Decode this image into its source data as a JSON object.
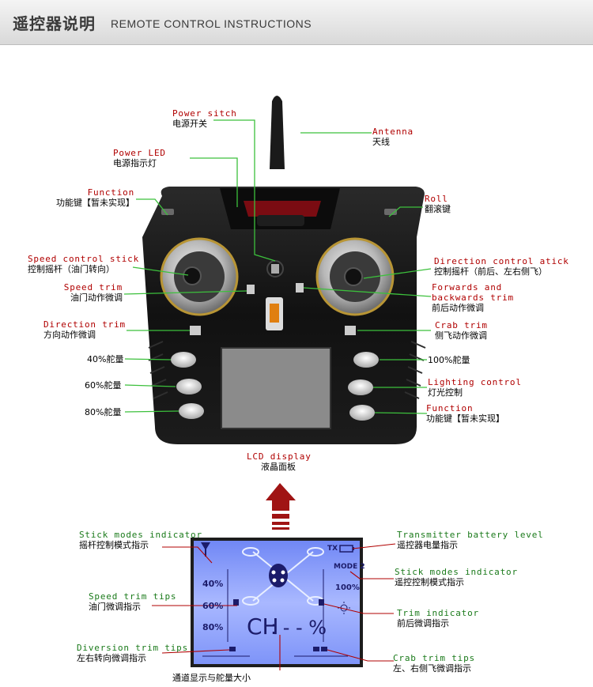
{
  "header": {
    "title_zh": "遥控器说明",
    "title_en": "REMOTE CONTROL INSTRUCTIONS"
  },
  "remote_labels": {
    "power_switch": {
      "en": "Power sitch",
      "zh": "电源开关"
    },
    "antenna": {
      "en": "Antenna",
      "zh": "天线"
    },
    "power_led": {
      "en": "Power LED",
      "zh": "电源指示灯"
    },
    "function_left": {
      "en": "Function",
      "zh": "功能键【暂未实现】"
    },
    "roll": {
      "en": "Roll",
      "zh": "翻滚键"
    },
    "speed_stick": {
      "en": "Speed control stick",
      "zh": "控制摇杆（油门转向）"
    },
    "direction_stick": {
      "en": "Direction control atick",
      "zh": "控制摇杆（前后、左右侧飞）"
    },
    "speed_trim": {
      "en": "Speed trim",
      "zh": "油门动作微调"
    },
    "fb_trim": {
      "en": "Forwards and",
      "en2": "backwards trim",
      "zh": "前后动作微调"
    },
    "direction_trim": {
      "en": "Direction trim",
      "zh": "方向动作微调"
    },
    "crab_trim": {
      "en": "Crab trim",
      "zh": "侧飞动作微调"
    },
    "rate_40": "40%舵量",
    "rate_60": "60%舵量",
    "rate_80": "80%舵量",
    "rate_100": "100%舵量",
    "lighting": {
      "en": "Lighting control",
      "zh": "灯光控制"
    },
    "function_right": {
      "en": "Function",
      "zh": "功能键【暂未实现】"
    },
    "lcd": {
      "en": "LCD display",
      "zh": "液晶面板"
    }
  },
  "lcd_labels": {
    "stick_modes_left": {
      "en": "Stick modes indicator",
      "zh": "摇杆控制模式指示"
    },
    "tx_battery": {
      "en": "Transmitter battery level",
      "zh": "遥控器电量指示"
    },
    "stick_modes_right": {
      "en": "Stick modes indicator",
      "zh": "遥控控制模式指示"
    },
    "speed_trim_tips": {
      "en": "Speed trim tips",
      "zh": "油门微调指示"
    },
    "trim_indicator": {
      "en": "Trim indicator",
      "zh": "前后微调指示"
    },
    "diversion_trim": {
      "en": "Diversion trim tips",
      "zh": "左右转向微调指示"
    },
    "crab_trim_tips": {
      "en": "Crab trim tips",
      "zh": "左、右侧飞微调指示"
    },
    "channel_rate": "通道显示与舵量大小"
  },
  "lcd_screen": {
    "tx": "TX",
    "mode": "MODE 2",
    "p40": "40%",
    "p60": "60%",
    "p80": "80%",
    "p100": "100%",
    "ch": "CH",
    "readout": ": - - %"
  },
  "colors": {
    "label_en": "#b00000",
    "leader_line": "#3cc03c",
    "lcd_leader": "#b00000",
    "lcd_bg": "#8fa6ff",
    "arrow": "#a01414"
  }
}
